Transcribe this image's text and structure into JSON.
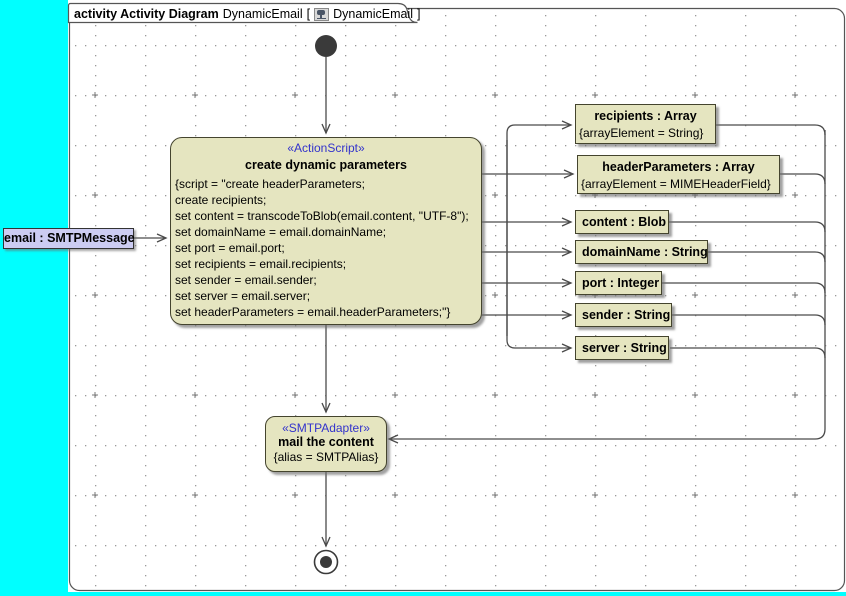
{
  "tab": {
    "keyword": "activity Activity Diagram",
    "diagram_name": "DynamicEmail",
    "bracket_open": "[",
    "context_name": "DynamicEmail",
    "bracket_close": "]"
  },
  "nodes": {
    "action_create": {
      "stereotype": "«ActionScript»",
      "name": "create dynamic parameters",
      "script_lines": [
        "{script = \"create headerParameters;",
        "create recipients;",
        "set content = transcodeToBlob(email.content, \"UTF-8\");",
        "set domainName = email.domainName;",
        "set port = email.port;",
        "set recipients = email.recipients;",
        "set sender = email.sender;",
        "set server = email.server;",
        "set headerParameters = email.headerParameters;\"}"
      ]
    },
    "action_mail": {
      "stereotype": "«SMTPAdapter»",
      "name": "mail the content",
      "tag": "{alias = SMTPAlias}"
    },
    "input_pin": {
      "label": "email : SMTPMessage"
    },
    "output_pins": [
      {
        "name": "recipients : Array",
        "tag": "{arrayElement = String}"
      },
      {
        "name": "headerParameters : Array",
        "tag": "{arrayElement = MIMEHeaderField}"
      },
      {
        "name": "content : Blob"
      },
      {
        "name": "domainName : String"
      },
      {
        "name": "port : Integer"
      },
      {
        "name": "sender : String"
      },
      {
        "name": "server : String"
      }
    ]
  },
  "colors": {
    "app_background": "#00FFFF",
    "node_fill": "#E5E5C0",
    "input_pin_fill": "#CCCCF2",
    "stereotype_text": "#3333CC",
    "edge": "#4A4A4A"
  }
}
